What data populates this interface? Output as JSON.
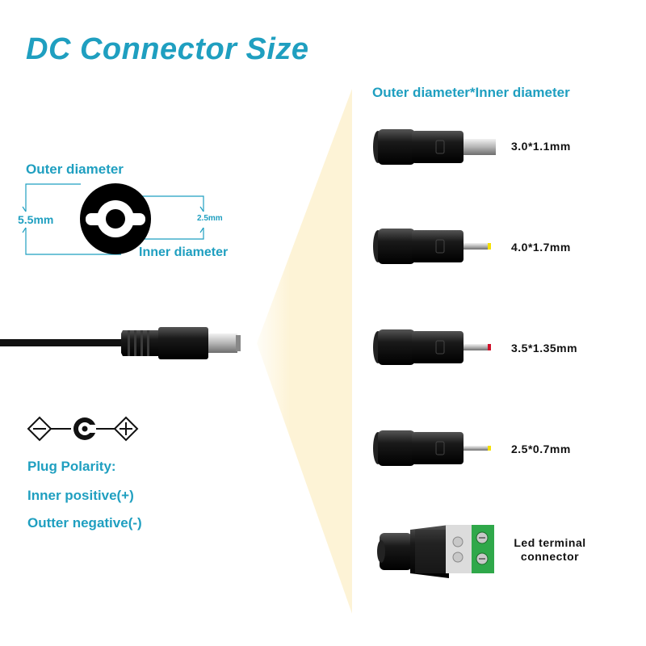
{
  "title": "DC Connector Size",
  "diagram": {
    "outer_label": "Outer diameter",
    "inner_label": "Inner diameter",
    "outer_value": "5.5mm",
    "inner_value": "2.5mm"
  },
  "right_header": "Outer diameter*Inner diameter",
  "connectors": [
    {
      "label": "3.0*1.1mm",
      "tip": "#c9c9c9"
    },
    {
      "label": "4.0*1.7mm",
      "tip": "#f5e000"
    },
    {
      "label": "3.5*1.35mm",
      "tip": "#d0102a"
    },
    {
      "label": "2.5*0.7mm",
      "tip": "#f5e000"
    }
  ],
  "terminal": {
    "line1": "Led terminal",
    "line2": "connector"
  },
  "polarity": {
    "heading": "Plug Polarity:",
    "inner": "Inner positive(+)",
    "outer": "Outter negative(-)"
  },
  "colors": {
    "accent": "#1f9fc0",
    "glow": "#fdf3d6",
    "terminal_green": "#2fa84a"
  }
}
